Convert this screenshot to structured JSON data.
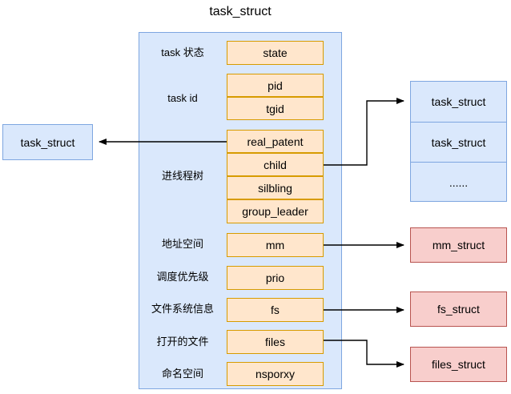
{
  "diagram": {
    "title": "task_struct",
    "colors": {
      "blue_fill": "#dae8fc",
      "blue_stroke": "#7ea6e0",
      "orange_fill": "#ffe6cc",
      "orange_stroke": "#d79b00",
      "pink_fill": "#f8cecc",
      "pink_stroke": "#b85450",
      "arrow": "#000000"
    }
  },
  "left_node": {
    "label": "task_struct"
  },
  "main": {
    "groups": [
      {
        "label": "task 状态",
        "fields": [
          "state"
        ]
      },
      {
        "label": "task id",
        "fields": [
          "pid",
          "tgid"
        ]
      },
      {
        "label": "进线程树",
        "fields": [
          "real_patent",
          "child",
          "silbling",
          "group_leader"
        ]
      },
      {
        "label": "地址空间",
        "fields": [
          "mm"
        ]
      },
      {
        "label": "调度优先级",
        "fields": [
          "prio"
        ]
      },
      {
        "label": "文件系统信息",
        "fields": [
          "fs"
        ]
      },
      {
        "label": "打开的文件",
        "fields": [
          "files"
        ]
      },
      {
        "label": "命名空间",
        "fields": [
          "nsporxy"
        ]
      }
    ],
    "field_labels": {
      "state": "state",
      "pid": "pid",
      "tgid": "tgid",
      "real_patent": "real_patent",
      "child": "child",
      "silbling": "silbling",
      "group_leader": "group_leader",
      "mm": "mm",
      "prio": "prio",
      "fs": "fs",
      "files": "files",
      "nsporxy": "nsporxy"
    },
    "group_labels": {
      "state": "task 状态",
      "id": "task id",
      "tree": "进线程树",
      "addr": "地址空间",
      "sched": "调度优先级",
      "fsinfo": "文件系统信息",
      "openfiles": "打开的文件",
      "namespace": "命名空间"
    }
  },
  "children_list": {
    "rows": [
      "task_struct",
      "task_struct",
      "......"
    ]
  },
  "targets": {
    "mm_struct": "mm_struct",
    "fs_struct": "fs_struct",
    "files_struct": "files_struct"
  }
}
